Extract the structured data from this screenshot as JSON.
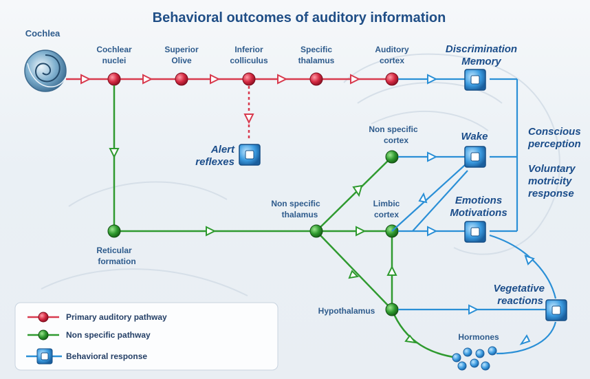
{
  "title": "Behavioral outcomes of auditory information",
  "cochlea_label": "Cochlea",
  "primary_nodes": [
    {
      "line1": "Cochlear",
      "line2": "nuclei"
    },
    {
      "line1": "Superior",
      "line2": "Olive"
    },
    {
      "line1": "Inferior",
      "line2": "colliculus"
    },
    {
      "line1": "Specific",
      "line2": "thalamus"
    },
    {
      "line1": "Auditory",
      "line2": "cortex"
    }
  ],
  "nonspecific_nodes": {
    "reticular": {
      "line1": "Reticular",
      "line2": "formation"
    },
    "ns_thalamus": {
      "line1": "Non specific",
      "line2": "thalamus"
    },
    "ns_cortex": {
      "line1": "Non specific",
      "line2": "cortex"
    },
    "limbic": {
      "line1": "Limbic",
      "line2": "cortex"
    },
    "hypothalamus": "Hypothalamus",
    "hormones": "Hormones"
  },
  "responses": {
    "discrimination": {
      "line1": "Discrimination",
      "line2": "Memory"
    },
    "alert": {
      "line1": "Alert",
      "line2": "reflexes"
    },
    "wake": "Wake",
    "emotions": {
      "line1": "Emotions",
      "line2": "Motivations"
    },
    "vegetative": {
      "line1": "Vegetative",
      "line2": "reactions"
    }
  },
  "right_labels": {
    "conscious": {
      "line1": "Conscious",
      "line2": "perception"
    },
    "voluntary": {
      "line1": "Voluntary",
      "line2": "motricity",
      "line3": "response"
    }
  },
  "legend": [
    {
      "label": "Primary auditory pathway",
      "color": "#c8203a"
    },
    {
      "label": "Non specific pathway",
      "color": "#2f9a2f"
    },
    {
      "label": "Behavioral response",
      "color": "#2a8fd6"
    }
  ],
  "colors": {
    "primary": "#d83a4e",
    "nonspecific": "#2f9a2f",
    "behavioral": "#2a8fd6"
  }
}
